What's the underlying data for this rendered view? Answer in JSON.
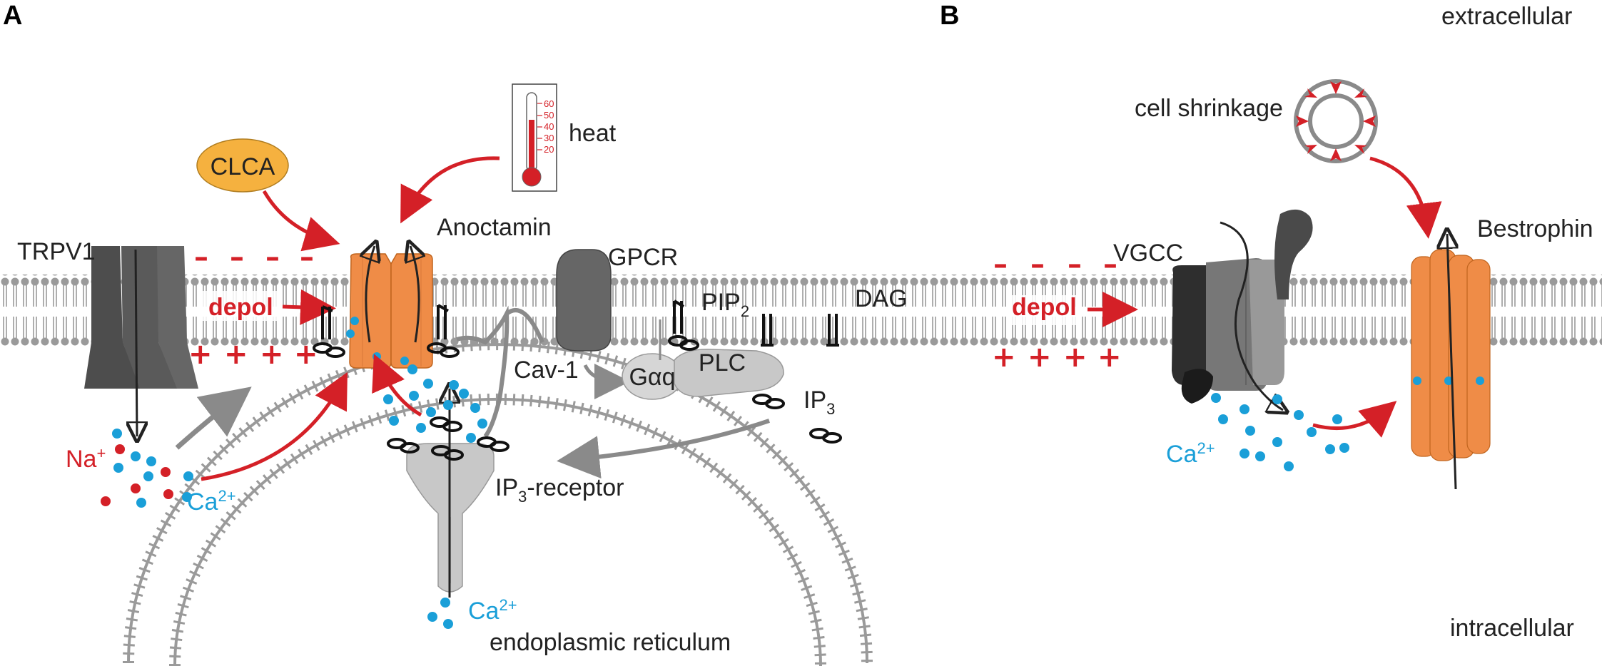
{
  "panels": {
    "a": "A",
    "b": "B"
  },
  "regions": {
    "extracellular": "extracellular",
    "intracellular": "intracellular"
  },
  "proteins": {
    "trpv1": "TRPV1",
    "clca": "CLCA",
    "anoctamin": "Anoctamin",
    "gpcr": "GPCR",
    "pip2_base": "PIP",
    "pip2_sub": "2",
    "dag": "DAG",
    "cav1": "Cav-1",
    "gaq": "Gαq",
    "plc": "PLC",
    "ip3_base": "IP",
    "ip3_sub": "3",
    "ip3r_base": "IP",
    "ip3r_sub": "3",
    "ip3r_rest": "-receptor",
    "vgcc": "VGCC",
    "bestrophin": "Bestrophin"
  },
  "stimuli": {
    "heat": "heat",
    "depol_a": "depol",
    "depol_b": "depol",
    "cell_shrinkage": "cell shrinkage",
    "thermometer_ticks": [
      "60",
      "50",
      "40",
      "30",
      "20"
    ]
  },
  "ions": {
    "na_base": "Na",
    "na_sup": "+",
    "ca_base": "Ca",
    "ca_sup": "2+"
  },
  "compartments": {
    "er": "endoplasmic reticulum"
  },
  "charges": {
    "minus": "–",
    "plus": "+"
  },
  "colors": {
    "membrane": "#9a9a9a",
    "anoctamin": "#ef8c47",
    "bestrophin": "#ef8c47",
    "clca": "#f5b13f",
    "arrow_red": "#d42027",
    "arrow_gray": "#8a8a8a",
    "calcium": "#1a9fd8",
    "sodium": "#d42027",
    "protein_dark": "#555555"
  }
}
